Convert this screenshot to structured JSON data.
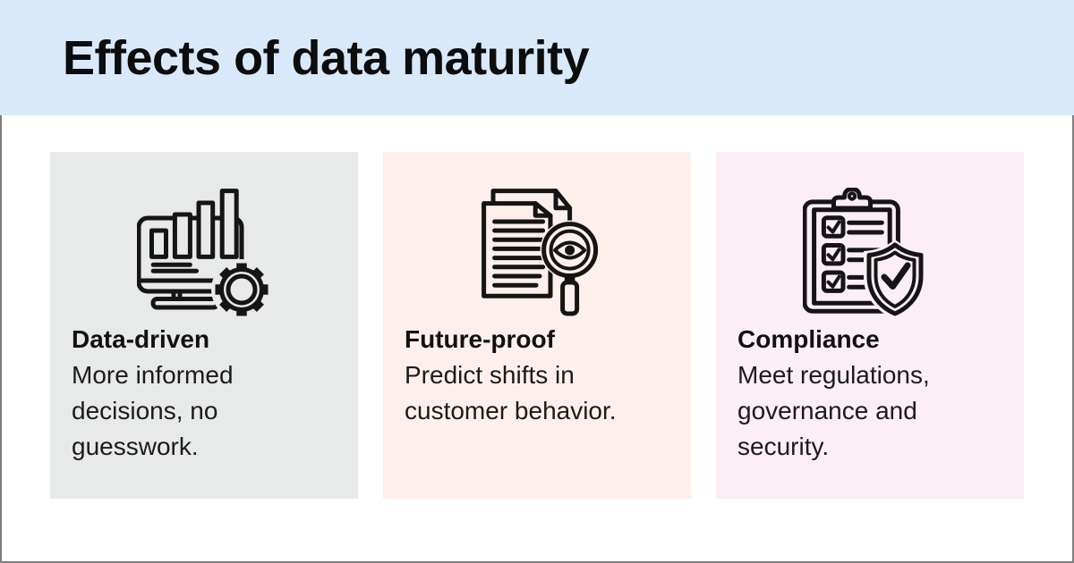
{
  "header": {
    "title": "Effects of data maturity",
    "bg": "#d9e9f9"
  },
  "cards": [
    {
      "title": "Data-driven",
      "description": "More informed\ndecisions, no\nguesswork.",
      "bg": "#e7eae8",
      "icon": "monitor-bar-chart-gear-icon"
    },
    {
      "title": "Future-proof",
      "description": "Predict shifts in\ncustomer behavior.",
      "bg": "#fdf0ec",
      "icon": "documents-magnifier-eye-icon"
    },
    {
      "title": "Compliance",
      "description": "Meet regulations,\ngovernance and\nsecurity.",
      "bg": "#fbeef6",
      "icon": "clipboard-checklist-shield-icon"
    }
  ],
  "colors": {
    "page_background": "#ffffff",
    "frame_border": "#7f7f7f",
    "icon_stroke": "#151515",
    "heading_text": "#111111",
    "body_text": "#1b1b1b",
    "title_text": "#0d0d0d"
  }
}
